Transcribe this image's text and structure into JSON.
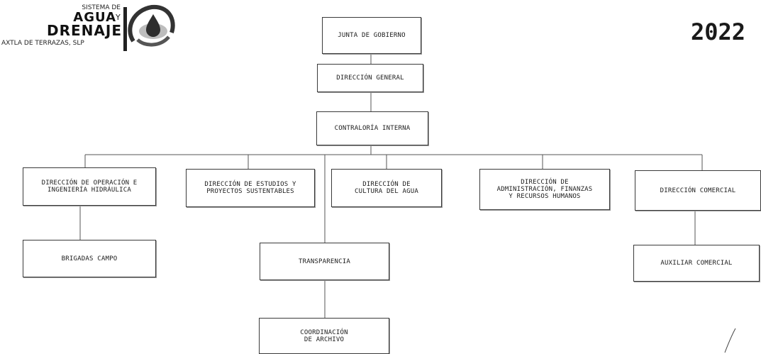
{
  "logo": {
    "sistema": "SISTEMA DE",
    "agua": "AGUA",
    "y": "Y",
    "drenaje": "DRENAJE",
    "place": "AXTLA DE TERRAZAS, SLP",
    "icon": "water-drop-icon"
  },
  "year": "2022",
  "org": {
    "junta": "JUNTA DE GOBIERNO",
    "direccion_general": "DIRECCIÓN GENERAL",
    "contraloria": "CONTRALORÍA INTERNA",
    "operacion": "DIRECCIÓN DE OPERACIÓN E\nINGENIERÍA HIDRÁULICA",
    "estudios": "DIRECCIÓN DE ESTUDIOS Y\nPROYECTOS SUSTENTABLES",
    "cultura": "DIRECCIÓN DE\nCULTURA DEL AGUA",
    "administracion": "DIRECCIÓN DE\nADMINISTRACIÓN, FINANZAS\nY RECURSOS HUMANOS",
    "comercial": "DIRECCIÓN COMERCIAL",
    "brigadas": "BRIGADAS CAMPO",
    "transparencia": "TRANSPARENCIA",
    "auxiliar": "AUXILIAR COMERCIAL",
    "archivo": "COORDINACIÓN\nDE ARCHIVO"
  }
}
